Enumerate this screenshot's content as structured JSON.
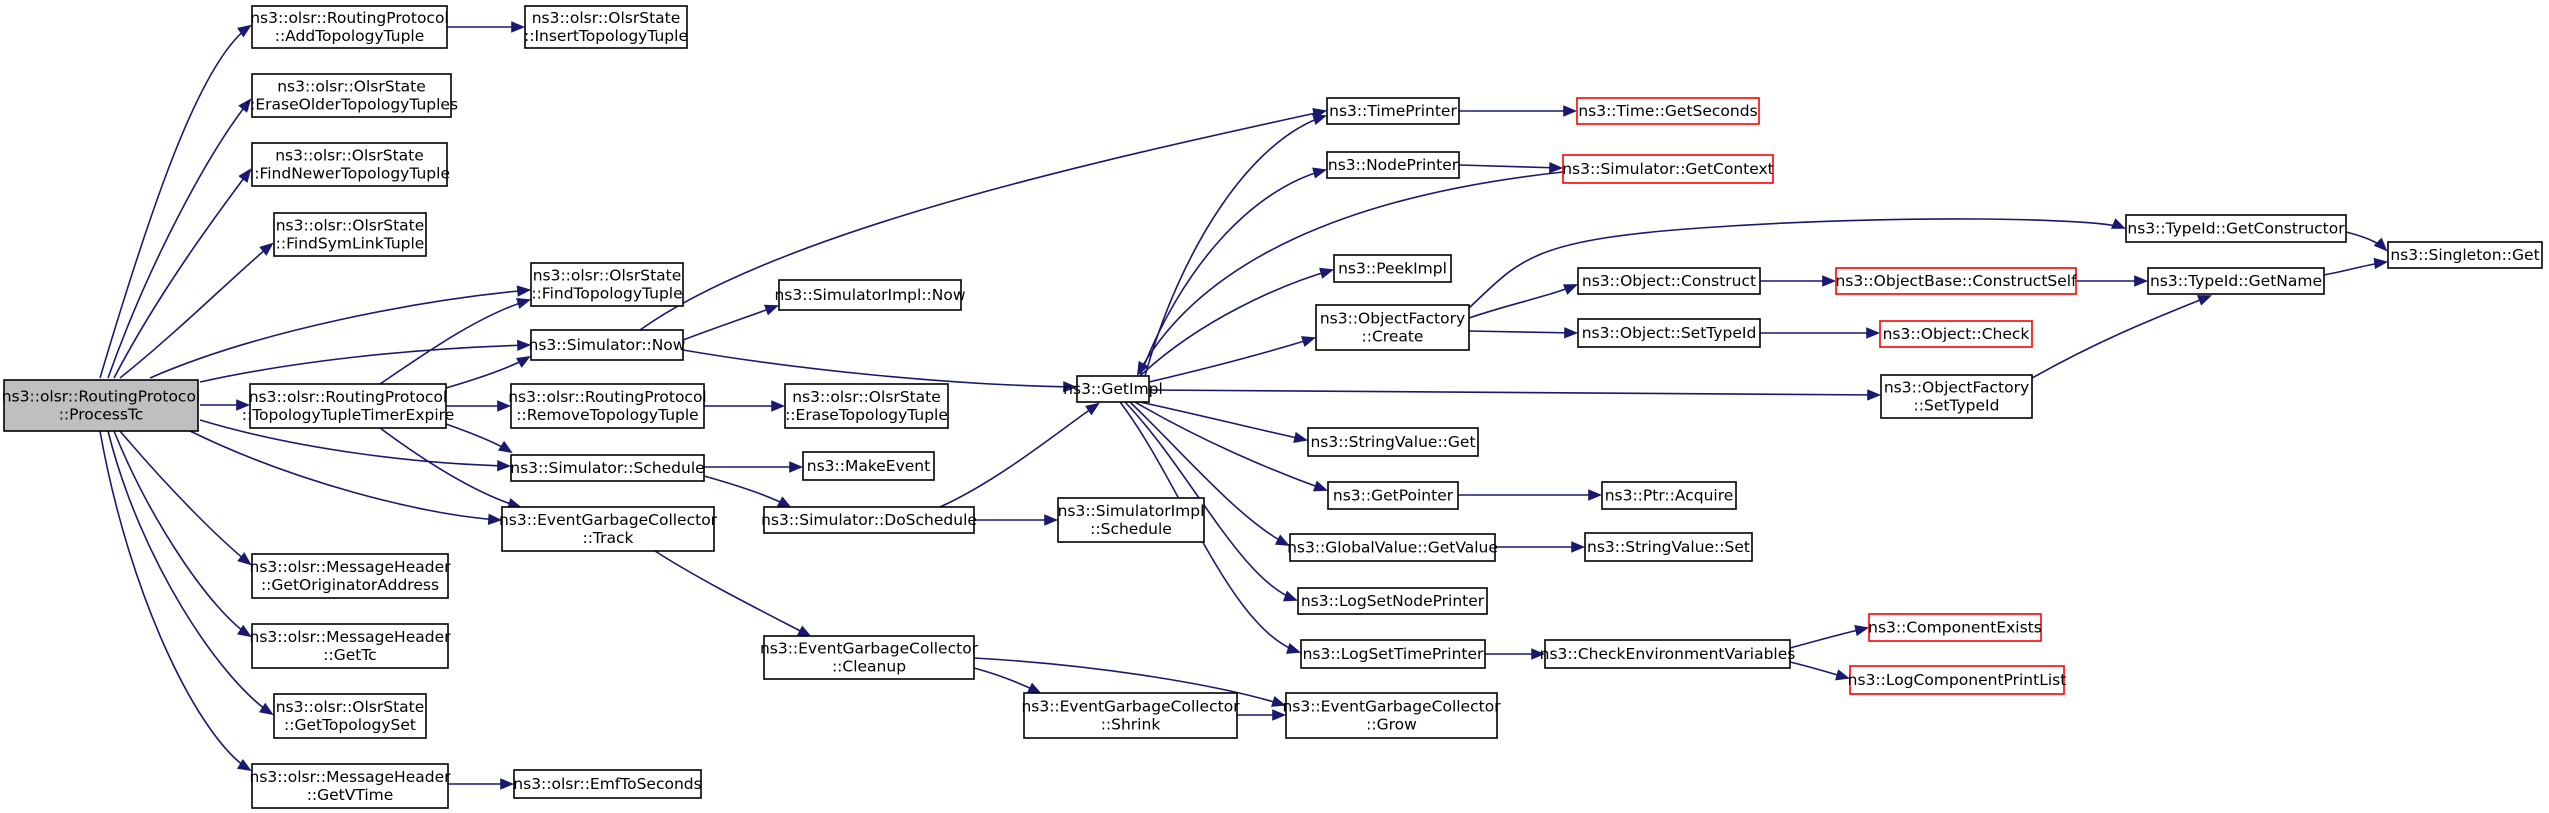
{
  "nodes": [
    {
      "id": "process_tc",
      "kind": "root",
      "lines": [
        "ns3::olsr::RoutingProtocol",
        "::ProcessTc"
      ]
    },
    {
      "id": "add_topology_tuple",
      "lines": [
        "ns3::olsr::RoutingProtocol",
        "::AddTopologyTuple"
      ]
    },
    {
      "id": "insert_topology_tuple",
      "lines": [
        "ns3::olsr::OlsrState",
        "::InsertTopologyTuple"
      ]
    },
    {
      "id": "erase_older_topology_tuples",
      "lines": [
        "ns3::olsr::OlsrState",
        "::EraseOlderTopologyTuples"
      ]
    },
    {
      "id": "find_newer_topology_tuple",
      "lines": [
        "ns3::olsr::OlsrState",
        "::FindNewerTopologyTuple"
      ]
    },
    {
      "id": "find_sym_link_tuple",
      "lines": [
        "ns3::olsr::OlsrState",
        "::FindSymLinkTuple"
      ]
    },
    {
      "id": "find_topology_tuple",
      "lines": [
        "ns3::olsr::OlsrState",
        "::FindTopologyTuple"
      ]
    },
    {
      "id": "simulator_impl_now",
      "lines": [
        "ns3::SimulatorImpl::Now"
      ]
    },
    {
      "id": "simulator_now",
      "lines": [
        "ns3::Simulator::Now"
      ]
    },
    {
      "id": "topology_tuple_timer_expire",
      "lines": [
        "ns3::olsr::RoutingProtocol",
        "::TopologyTupleTimerExpire"
      ]
    },
    {
      "id": "remove_topology_tuple",
      "lines": [
        "ns3::olsr::RoutingProtocol",
        "::RemoveTopologyTuple"
      ]
    },
    {
      "id": "erase_topology_tuple",
      "lines": [
        "ns3::olsr::OlsrState",
        "::EraseTopologyTuple"
      ]
    },
    {
      "id": "simulator_schedule",
      "lines": [
        "ns3::Simulator::Schedule"
      ]
    },
    {
      "id": "make_event",
      "lines": [
        "ns3::MakeEvent"
      ]
    },
    {
      "id": "egc_track",
      "lines": [
        "ns3::EventGarbageCollector",
        "::Track"
      ]
    },
    {
      "id": "simulator_do_schedule",
      "lines": [
        "ns3::Simulator::DoSchedule"
      ]
    },
    {
      "id": "simulator_impl_schedule",
      "lines": [
        "ns3::SimulatorImpl",
        "::Schedule"
      ]
    },
    {
      "id": "get_originator_address",
      "lines": [
        "ns3::olsr::MessageHeader",
        "::GetOriginatorAddress"
      ]
    },
    {
      "id": "get_tc",
      "lines": [
        "ns3::olsr::MessageHeader",
        "::GetTc"
      ]
    },
    {
      "id": "get_topology_set",
      "lines": [
        "ns3::olsr::OlsrState",
        "::GetTopologySet"
      ]
    },
    {
      "id": "get_vtime",
      "lines": [
        "ns3::olsr::MessageHeader",
        "::GetVTime"
      ]
    },
    {
      "id": "emf_to_seconds",
      "lines": [
        "ns3::olsr::EmfToSeconds"
      ]
    },
    {
      "id": "egc_cleanup",
      "lines": [
        "ns3::EventGarbageCollector",
        "::Cleanup"
      ]
    },
    {
      "id": "egc_shrink",
      "lines": [
        "ns3::EventGarbageCollector",
        "::Shrink"
      ]
    },
    {
      "id": "egc_grow",
      "lines": [
        "ns3::EventGarbageCollector",
        "::Grow"
      ]
    },
    {
      "id": "get_impl",
      "lines": [
        "ns3::GetImpl"
      ]
    },
    {
      "id": "time_printer",
      "lines": [
        "ns3::TimePrinter"
      ]
    },
    {
      "id": "time_get_seconds",
      "kind": "ext",
      "lines": [
        "ns3::Time::GetSeconds"
      ]
    },
    {
      "id": "node_printer",
      "lines": [
        "ns3::NodePrinter"
      ]
    },
    {
      "id": "simulator_get_context",
      "kind": "ext",
      "lines": [
        "ns3::Simulator::GetContext"
      ]
    },
    {
      "id": "peek_impl",
      "lines": [
        "ns3::PeekImpl"
      ]
    },
    {
      "id": "object_factory_create",
      "lines": [
        "ns3::ObjectFactory",
        "::Create"
      ]
    },
    {
      "id": "object_construct",
      "lines": [
        "ns3::Object::Construct"
      ]
    },
    {
      "id": "object_base_construct_self",
      "kind": "ext",
      "lines": [
        "ns3::ObjectBase::ConstructSelf"
      ]
    },
    {
      "id": "object_set_type_id",
      "lines": [
        "ns3::Object::SetTypeId"
      ]
    },
    {
      "id": "object_check",
      "kind": "ext",
      "lines": [
        "ns3::Object::Check"
      ]
    },
    {
      "id": "type_id_get_constructor",
      "lines": [
        "ns3::TypeId::GetConstructor"
      ]
    },
    {
      "id": "type_id_get_name",
      "lines": [
        "ns3::TypeId::GetName"
      ]
    },
    {
      "id": "singleton_get",
      "lines": [
        "ns3::Singleton::Get"
      ]
    },
    {
      "id": "object_factory_set_type_id",
      "lines": [
        "ns3::ObjectFactory",
        "::SetTypeId"
      ]
    },
    {
      "id": "string_value_get",
      "lines": [
        "ns3::StringValue::Get"
      ]
    },
    {
      "id": "get_pointer",
      "lines": [
        "ns3::GetPointer"
      ]
    },
    {
      "id": "ptr_acquire",
      "lines": [
        "ns3::Ptr::Acquire"
      ]
    },
    {
      "id": "global_value_get_value",
      "lines": [
        "ns3::GlobalValue::GetValue"
      ]
    },
    {
      "id": "string_value_set",
      "lines": [
        "ns3::StringValue::Set"
      ]
    },
    {
      "id": "log_set_node_printer",
      "lines": [
        "ns3::LogSetNodePrinter"
      ]
    },
    {
      "id": "log_set_time_printer",
      "lines": [
        "ns3::LogSetTimePrinter"
      ]
    },
    {
      "id": "check_environment_variables",
      "lines": [
        "ns3::CheckEnvironmentVariables"
      ]
    },
    {
      "id": "component_exists",
      "kind": "ext",
      "lines": [
        "ns3::ComponentExists"
      ]
    },
    {
      "id": "log_component_print_list",
      "kind": "ext",
      "lines": [
        "ns3::LogComponentPrintList"
      ]
    }
  ],
  "edges": [
    [
      "process_tc",
      "add_topology_tuple"
    ],
    [
      "process_tc",
      "erase_older_topology_tuples"
    ],
    [
      "process_tc",
      "find_newer_topology_tuple"
    ],
    [
      "process_tc",
      "find_sym_link_tuple"
    ],
    [
      "process_tc",
      "find_topology_tuple"
    ],
    [
      "process_tc",
      "simulator_now"
    ],
    [
      "process_tc",
      "topology_tuple_timer_expire"
    ],
    [
      "process_tc",
      "simulator_schedule"
    ],
    [
      "process_tc",
      "egc_track"
    ],
    [
      "process_tc",
      "get_originator_address"
    ],
    [
      "process_tc",
      "get_tc"
    ],
    [
      "process_tc",
      "get_topology_set"
    ],
    [
      "process_tc",
      "get_vtime"
    ],
    [
      "add_topology_tuple",
      "insert_topology_tuple"
    ],
    [
      "topology_tuple_timer_expire",
      "find_topology_tuple"
    ],
    [
      "topology_tuple_timer_expire",
      "simulator_now"
    ],
    [
      "topology_tuple_timer_expire",
      "remove_topology_tuple"
    ],
    [
      "topology_tuple_timer_expire",
      "simulator_schedule"
    ],
    [
      "topology_tuple_timer_expire",
      "egc_track"
    ],
    [
      "remove_topology_tuple",
      "erase_topology_tuple"
    ],
    [
      "simulator_now",
      "simulator_impl_now"
    ],
    [
      "simulator_now",
      "time_printer"
    ],
    [
      "simulator_now",
      "get_impl"
    ],
    [
      "simulator_schedule",
      "make_event"
    ],
    [
      "simulator_schedule",
      "simulator_do_schedule"
    ],
    [
      "simulator_do_schedule",
      "simulator_impl_schedule"
    ],
    [
      "simulator_do_schedule",
      "get_impl"
    ],
    [
      "egc_track",
      "egc_cleanup"
    ],
    [
      "egc_cleanup",
      "egc_shrink"
    ],
    [
      "egc_cleanup",
      "egc_grow"
    ],
    [
      "egc_shrink",
      "egc_grow"
    ],
    [
      "get_vtime",
      "emf_to_seconds"
    ],
    [
      "get_impl",
      "time_printer"
    ],
    [
      "get_impl",
      "node_printer"
    ],
    [
      "get_impl",
      "peek_impl"
    ],
    [
      "get_impl",
      "object_factory_create"
    ],
    [
      "get_impl",
      "object_factory_set_type_id"
    ],
    [
      "get_impl",
      "string_value_get"
    ],
    [
      "get_impl",
      "get_pointer"
    ],
    [
      "get_impl",
      "global_value_get_value"
    ],
    [
      "get_impl",
      "log_set_node_printer"
    ],
    [
      "get_impl",
      "log_set_time_printer"
    ],
    [
      "simulator_get_context",
      "get_impl"
    ],
    [
      "time_printer",
      "time_get_seconds"
    ],
    [
      "node_printer",
      "simulator_get_context"
    ],
    [
      "object_factory_create",
      "type_id_get_constructor"
    ],
    [
      "object_factory_create",
      "object_construct"
    ],
    [
      "object_factory_create",
      "object_set_type_id"
    ],
    [
      "object_construct",
      "object_base_construct_self"
    ],
    [
      "object_base_construct_self",
      "type_id_get_name"
    ],
    [
      "object_set_type_id",
      "object_check"
    ],
    [
      "type_id_get_constructor",
      "singleton_get"
    ],
    [
      "type_id_get_name",
      "singleton_get"
    ],
    [
      "object_factory_set_type_id",
      "type_id_get_name"
    ],
    [
      "get_pointer",
      "ptr_acquire"
    ],
    [
      "global_value_get_value",
      "string_value_set"
    ],
    [
      "log_set_time_printer",
      "check_environment_variables"
    ],
    [
      "check_environment_variables",
      "component_exists"
    ],
    [
      "check_environment_variables",
      "log_component_print_list"
    ]
  ]
}
